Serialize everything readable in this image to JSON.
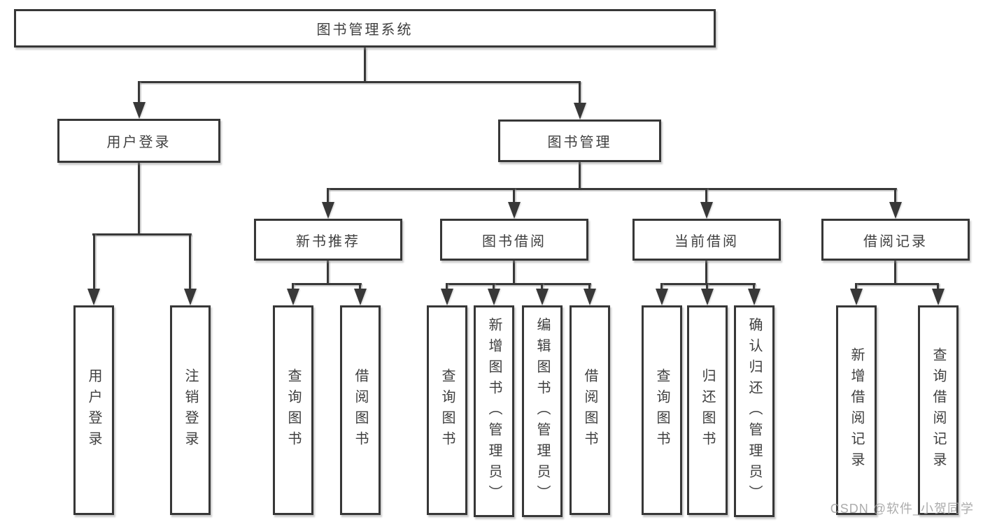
{
  "diagram_type": "functional-structure-tree",
  "tree": {
    "label": "图书管理系统",
    "children": [
      {
        "label": "用户登录",
        "children": [
          {
            "label": "用户登录"
          },
          {
            "label": "注销登录"
          }
        ]
      },
      {
        "label": "图书管理",
        "children": [
          {
            "label": "新书推荐",
            "children": [
              {
                "label": "查询图书"
              },
              {
                "label": "借阅图书"
              }
            ]
          },
          {
            "label": "图书借阅",
            "children": [
              {
                "label": "查询图书"
              },
              {
                "label": "新增图书（管理员）"
              },
              {
                "label": "编辑图书（管理员）"
              },
              {
                "label": "借阅图书"
              }
            ]
          },
          {
            "label": "当前借阅",
            "children": [
              {
                "label": "查询图书"
              },
              {
                "label": "归还图书"
              },
              {
                "label": "确认归还（管理员）"
              }
            ]
          },
          {
            "label": "借阅记录",
            "children": [
              {
                "label": "新增借阅记录"
              },
              {
                "label": "查询借阅记录"
              }
            ]
          }
        ]
      }
    ]
  },
  "colors": {
    "line": "#383838",
    "border": "#373737",
    "text": "#3f3f3f",
    "background": "#ffffff",
    "watermark": "#9e9e9e"
  },
  "watermark": {
    "text": "CSDN @软件_小贺同学"
  }
}
